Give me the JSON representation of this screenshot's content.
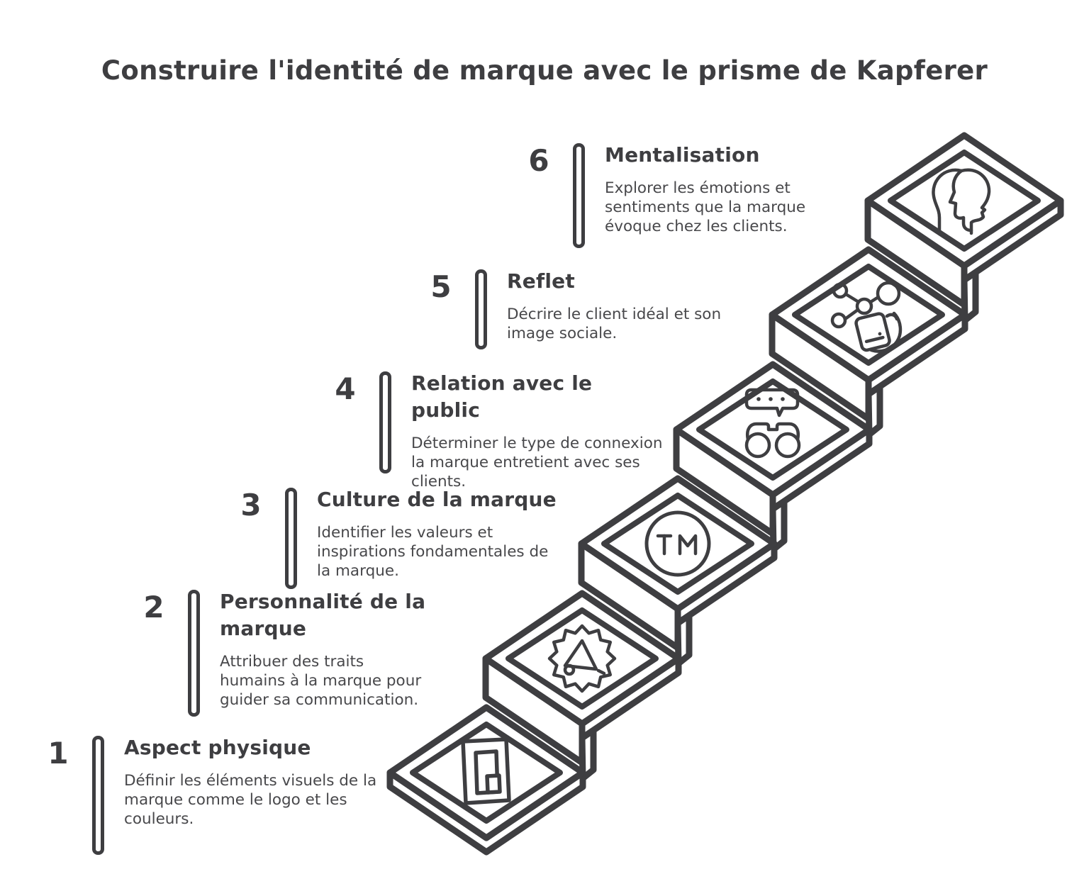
{
  "title": "Construire l'identité de marque avec le prisme de Kapferer",
  "colors": {
    "ink": "#3e3e41",
    "background": "#ffffff"
  },
  "steps": [
    {
      "number": "1",
      "title": "Aspect physique",
      "description": "Définir les éléments visuels de la marque comme le logo et les couleurs.",
      "icon": "logo-frames-icon"
    },
    {
      "number": "2",
      "title": "Personnalité de la marque",
      "description": "Attribuer des traits humains à la marque pour guider sa communication.",
      "icon": "megaphone-burst-icon"
    },
    {
      "number": "3",
      "title": "Culture de la marque",
      "description": "Identifier les valeurs et inspirations fondamentales de la marque.",
      "icon": "trademark-icon"
    },
    {
      "number": "4",
      "title": "Relation avec le public",
      "description": "Déterminer le type de connexion la marque entretient avec ses clients.",
      "icon": "binoculars-chat-icon"
    },
    {
      "number": "5",
      "title": "Reflet",
      "description": "Décrire le client idéal et son image sociale.",
      "icon": "phone-network-icon"
    },
    {
      "number": "6",
      "title": "Mentalisation",
      "description": "Explorer les émotions et sentiments que la marque évoque chez les clients.",
      "icon": "profile-heads-icon"
    }
  ]
}
